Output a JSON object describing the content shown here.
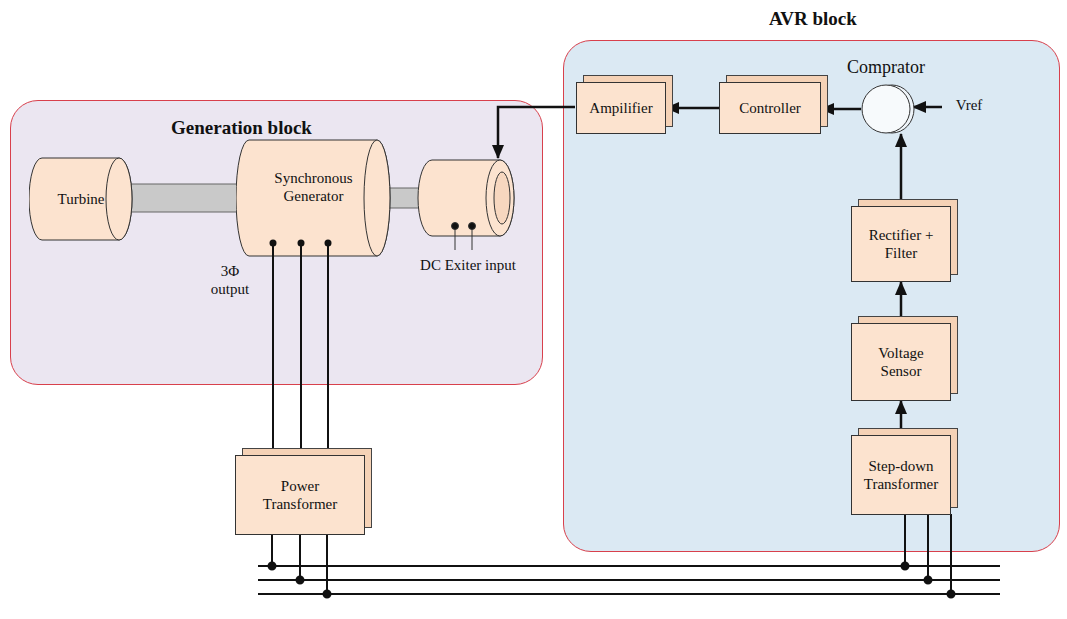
{
  "diagram": {
    "nodes": [
      {
        "text": [
          "Generation block"
        ]
      },
      {
        "text": [
          "Turbine"
        ],
        "in": 0
      },
      {
        "text": [
          "Synchronous Generator"
        ],
        "in": 0
      },
      {
        "text": [
          "AVR block"
        ]
      },
      {
        "text": [
          "Ampilifier"
        ],
        "in": 3
      },
      {
        "text": [
          "Controller"
        ],
        "in": 3
      },
      {
        "text": [
          "Comprator"
        ],
        "in": 3
      },
      {
        "text": [
          "Rectifier + Filter"
        ],
        "in": 3
      },
      {
        "text": [
          "Voltage Sensor"
        ],
        "in": 3
      },
      {
        "text": [
          "Step-down Transformer"
        ],
        "in": 3
      },
      {
        "text": [
          "Power Transformer"
        ]
      }
    ],
    "edges": [
      {
        "from": 6,
        "to": 5,
        "arrow": "to"
      },
      {
        "from": 5,
        "to": 4,
        "arrow": "to"
      },
      {
        "from": 7,
        "to": 6,
        "arrow": "to"
      },
      {
        "from": 8,
        "to": 7,
        "arrow": "to"
      },
      {
        "from": 9,
        "to": 8,
        "arrow": "to"
      },
      {
        "from": 2,
        "to": 10,
        "arrow": "none"
      }
    ],
    "labels": [
      "3Φ output",
      "DC Exiter input",
      "Vref"
    ]
  }
}
